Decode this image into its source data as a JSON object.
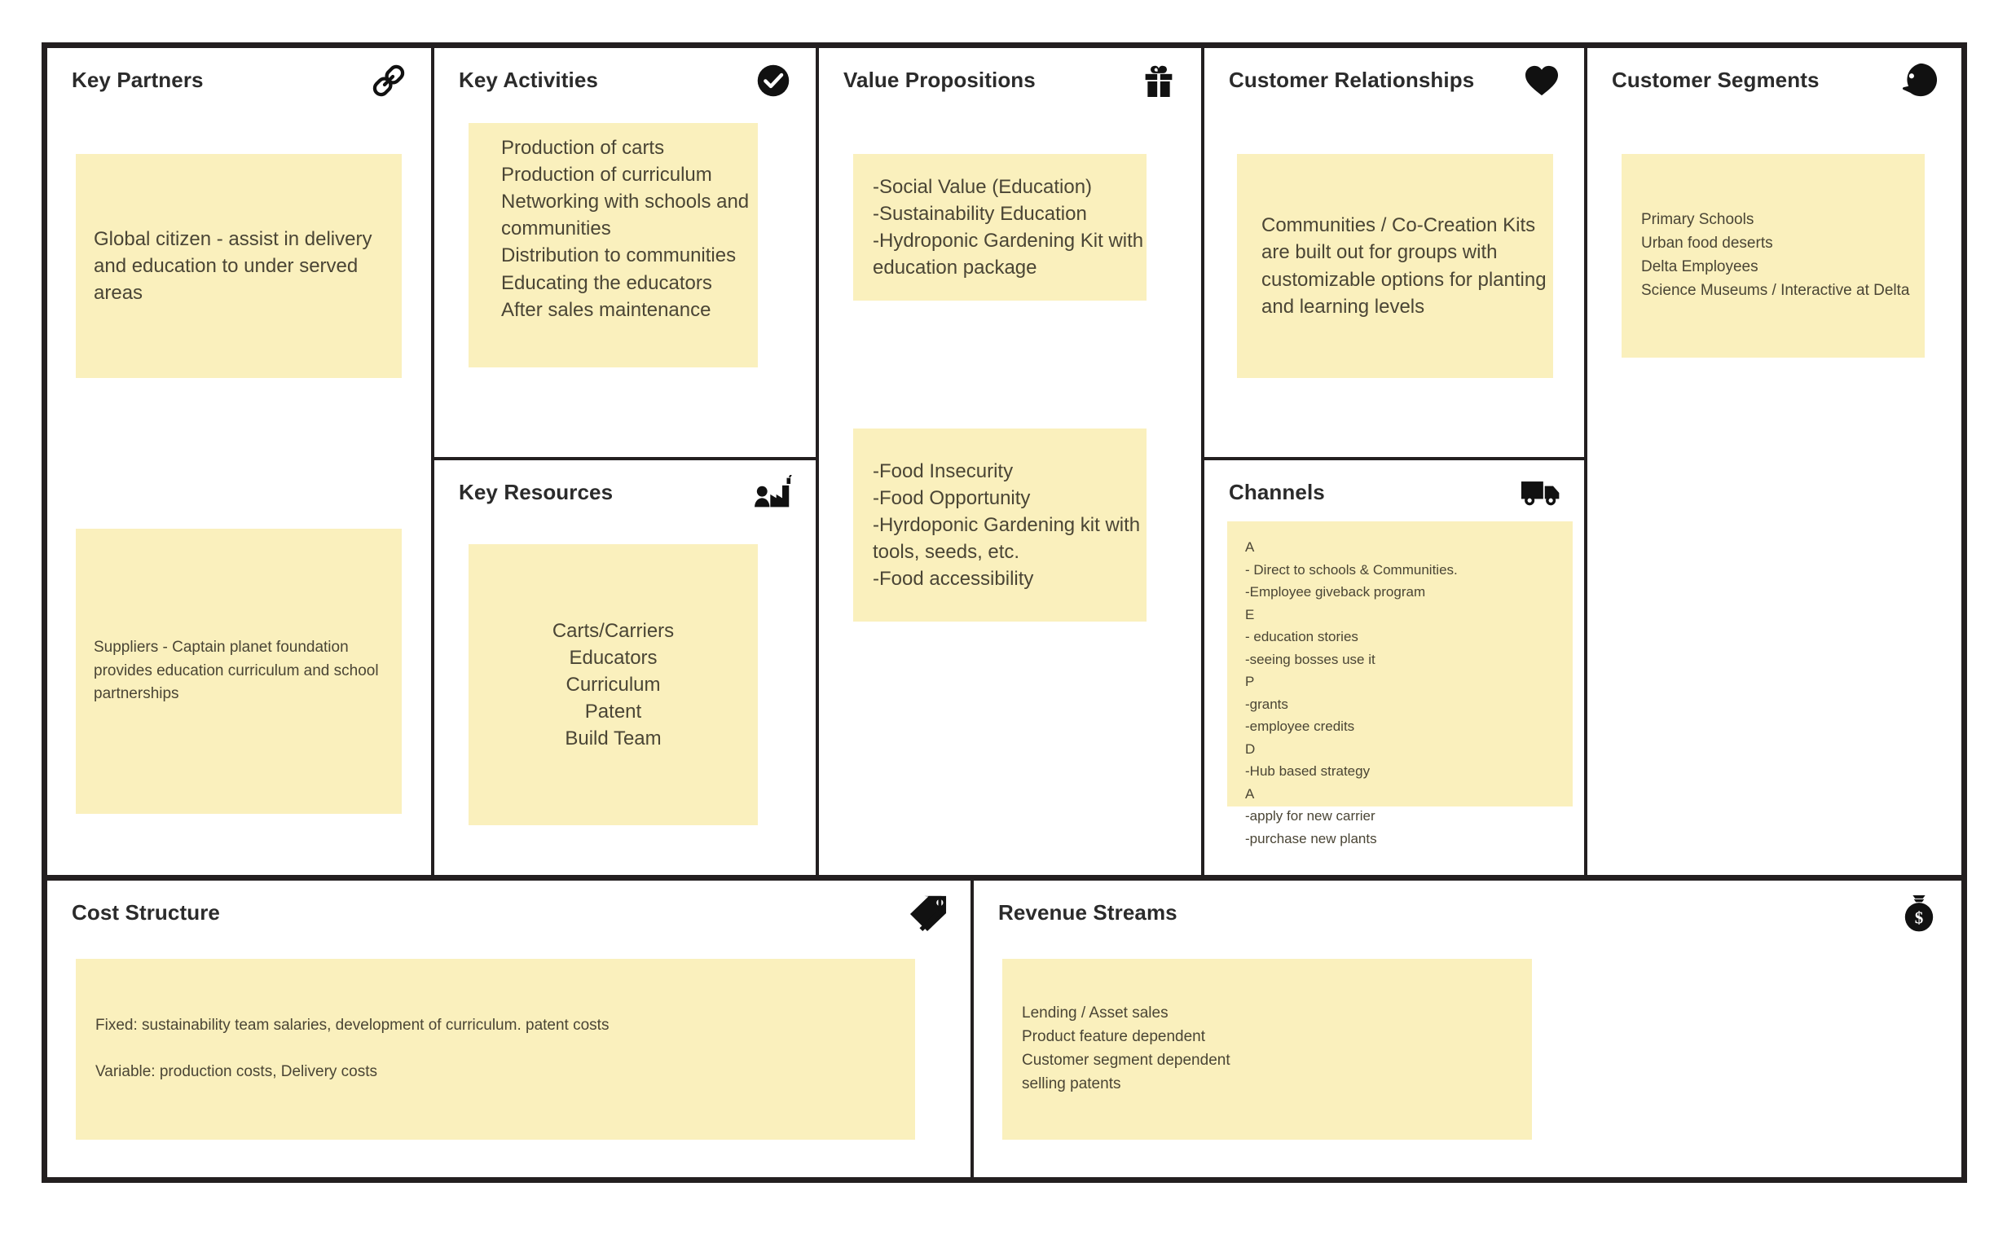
{
  "canvas": {
    "type": "business-model-canvas",
    "note_color": "#FAF0BD",
    "border_color": "#231F20",
    "text_color": "#4A4535"
  },
  "blocks": {
    "key_partners": {
      "title": "Key Partners",
      "icon": "link-icon",
      "notes": [
        "Global citizen - assist in delivery and education to under served areas",
        "Suppliers - Captain planet foundation provides education curriculum and school partnerships"
      ]
    },
    "key_activities": {
      "title": "Key Activities",
      "icon": "check-circle-icon",
      "notes": [
        "Production of carts\nProduction of curriculum\nNetworking with schools and communities\nDistribution to communities\nEducating the educators\nAfter sales maintenance"
      ]
    },
    "key_resources": {
      "title": "Key Resources",
      "icon": "factory-worker-icon",
      "notes": [
        "Carts/Carriers\nEducators\nCurriculum\nPatent\nBuild Team"
      ]
    },
    "value_propositions": {
      "title": "Value Propositions",
      "icon": "gift-icon",
      "notes": [
        "-Social Value (Education)\n-Sustainability Education\n-Hydroponic Gardening Kit with education package",
        "-Food Insecurity\n-Food Opportunity\n-Hyrdoponic Gardening kit with tools, seeds, etc.\n-Food accessibility"
      ]
    },
    "customer_relationships": {
      "title": "Customer Relationships",
      "icon": "heart-icon",
      "notes": [
        "Communities / Co-Creation Kits are built out for groups with customizable options for planting and learning levels"
      ]
    },
    "channels": {
      "title": "Channels",
      "icon": "delivery-truck-icon",
      "notes": [
        "A\n- Direct to schools & Communities.\n-Employee giveback program\nE\n- education stories\n-seeing bosses use it\nP\n-grants\n-employee credits\nD\n-Hub based strategy\nA\n-apply for new carrier\n-purchase new plants"
      ]
    },
    "customer_segments": {
      "title": "Customer Segments",
      "icon": "person-head-icon",
      "notes": [
        "Primary Schools\nUrban food deserts\nDelta Employees\nScience Museums / Interactive at Delta"
      ]
    },
    "cost_structure": {
      "title": "Cost Structure",
      "icon": "price-tag-icon",
      "notes": [
        "Fixed: sustainability team salaries, development of curriculum. patent costs\n\nVariable: production costs, Delivery costs"
      ]
    },
    "revenue_streams": {
      "title": "Revenue Streams",
      "icon": "money-bag-icon",
      "notes": [
        "Lending / Asset sales\nProduct feature dependent\nCustomer segment dependent\nselling patents"
      ]
    }
  }
}
